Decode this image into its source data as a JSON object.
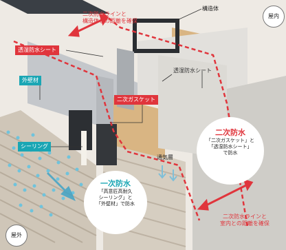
{
  "labels": {
    "distance_note_top": [
      "二次防水ラインと",
      "構造体との距離を確保"
    ],
    "structure": "構造体",
    "indoor": "屋内",
    "outdoor": "屋外",
    "membrane_left": "透湿防水シート",
    "membrane_right": "透湿防水シート",
    "exterior_wall": "外壁材",
    "gasket": "二次ガスケット",
    "sealing": "シーリング",
    "vent_layer": "通気層",
    "distance_note_bottom": [
      "二次防水ラインと",
      "室内との距離を確保"
    ]
  },
  "primary": {
    "title": "一次防水",
    "lines": [
      "「高意匠高耐久",
      "シーリング」と",
      "「外壁材」で防水"
    ]
  },
  "secondary": {
    "title": "二次防水",
    "lines": [
      "「二次ガスケット」と",
      "「透湿防水シート」",
      "で防水"
    ]
  },
  "colors": {
    "accent_red": "#e0353c",
    "accent_teal": "#1aa6b4",
    "wall_beige": "#d8d0c4",
    "wood": "#d9b583",
    "water": "#6fc3dc"
  }
}
